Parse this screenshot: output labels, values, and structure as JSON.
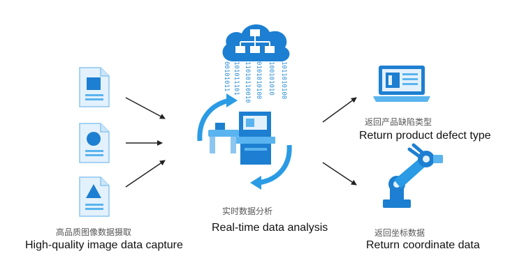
{
  "diagram": {
    "capture": {
      "label_cn": "高品质图像数据摄取",
      "label_en": "High-quality image data capture",
      "documents": [
        "square-document-icon",
        "circle-document-icon",
        "triangle-document-icon"
      ]
    },
    "analysis": {
      "label_cn": "实时数据分析",
      "label_en": "Real-time data analysis",
      "binary_streams": [
        "00101011",
        "101011101",
        "11010110010",
        "0101010100",
        "100101010",
        "1011010100"
      ]
    },
    "defect": {
      "label_cn": "返回产品缺陷类型",
      "label_en": "Return product defect type"
    },
    "coordinate": {
      "label_cn": "返回坐标数据",
      "label_en": "Return coordinate data"
    },
    "colors": {
      "primary_blue": "#1d7fd1",
      "light_blue": "#5ab4ef",
      "arrow": "#222222"
    }
  }
}
